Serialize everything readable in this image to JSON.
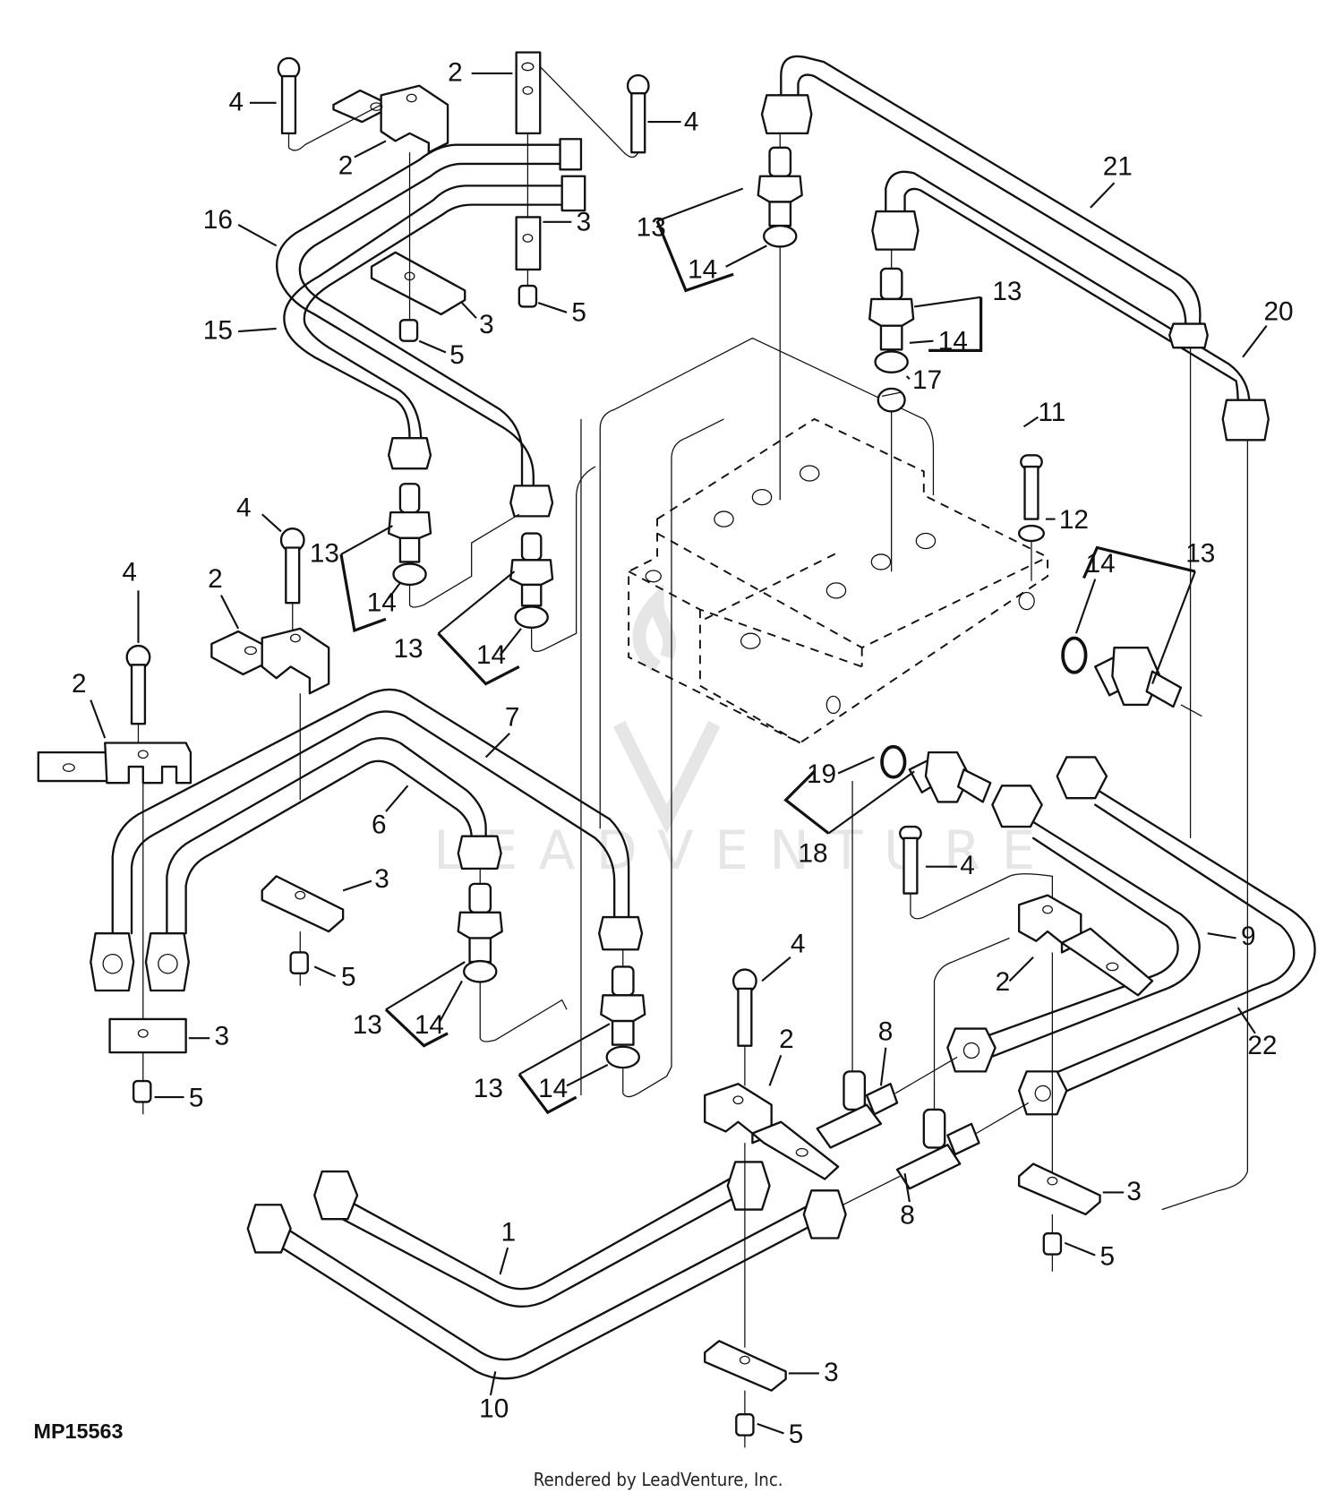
{
  "figure": {
    "id": "MP15563",
    "footer": "Rendered by LeadVenture, Inc.",
    "watermark": "LEADVENTURE"
  },
  "callouts": [
    {
      "key": "c4a",
      "label": "4"
    },
    {
      "key": "c2a",
      "label": "2"
    },
    {
      "key": "c2b",
      "label": "2"
    },
    {
      "key": "c4b",
      "label": "4"
    },
    {
      "key": "c2c",
      "label": "2"
    },
    {
      "key": "c3a",
      "label": "3"
    },
    {
      "key": "c5a",
      "label": "5"
    },
    {
      "key": "c16",
      "label": "16"
    },
    {
      "key": "c15",
      "label": "15"
    },
    {
      "key": "c3b",
      "label": "3"
    },
    {
      "key": "c5b",
      "label": "5"
    },
    {
      "key": "c13a",
      "label": "13"
    },
    {
      "key": "c14a",
      "label": "14"
    },
    {
      "key": "c21",
      "label": "21"
    },
    {
      "key": "c13b",
      "label": "13"
    },
    {
      "key": "c14b",
      "label": "14"
    },
    {
      "key": "c17",
      "label": "17"
    },
    {
      "key": "c20",
      "label": "20"
    },
    {
      "key": "c11",
      "label": "11"
    },
    {
      "key": "c12",
      "label": "12"
    },
    {
      "key": "c14c",
      "label": "14"
    },
    {
      "key": "c13c",
      "label": "13"
    },
    {
      "key": "c4c",
      "label": "4"
    },
    {
      "key": "c13d",
      "label": "13"
    },
    {
      "key": "c14d",
      "label": "14"
    },
    {
      "key": "c13e",
      "label": "13"
    },
    {
      "key": "c14e",
      "label": "14"
    },
    {
      "key": "c4d",
      "label": "4"
    },
    {
      "key": "c2d",
      "label": "2"
    },
    {
      "key": "c2e",
      "label": "2"
    },
    {
      "key": "c7",
      "label": "7"
    },
    {
      "key": "c6",
      "label": "6"
    },
    {
      "key": "c19",
      "label": "19"
    },
    {
      "key": "c18",
      "label": "18"
    },
    {
      "key": "c3c",
      "label": "3"
    },
    {
      "key": "c5c",
      "label": "5"
    },
    {
      "key": "c4e",
      "label": "4"
    },
    {
      "key": "c9",
      "label": "9"
    },
    {
      "key": "c3d",
      "label": "3"
    },
    {
      "key": "c5d",
      "label": "5"
    },
    {
      "key": "c13f",
      "label": "13"
    },
    {
      "key": "c14f",
      "label": "14"
    },
    {
      "key": "c13g",
      "label": "13"
    },
    {
      "key": "c14g",
      "label": "14"
    },
    {
      "key": "c4f",
      "label": "4"
    },
    {
      "key": "c2f",
      "label": "2"
    },
    {
      "key": "c8a",
      "label": "8"
    },
    {
      "key": "c2g",
      "label": "2"
    },
    {
      "key": "c22",
      "label": "22"
    },
    {
      "key": "c8b",
      "label": "8"
    },
    {
      "key": "c3e",
      "label": "3"
    },
    {
      "key": "c5e",
      "label": "5"
    },
    {
      "key": "c1",
      "label": "1"
    },
    {
      "key": "c10",
      "label": "10"
    },
    {
      "key": "c3f",
      "label": "3"
    },
    {
      "key": "c5f",
      "label": "5"
    }
  ]
}
